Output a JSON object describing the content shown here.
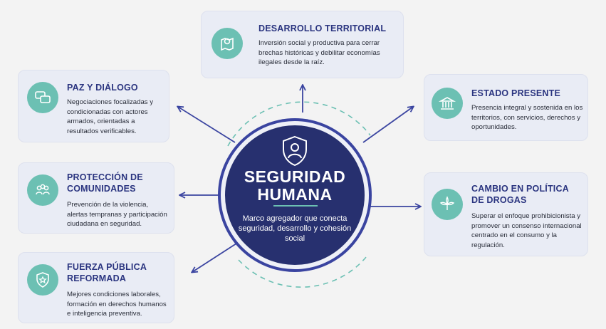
{
  "hub": {
    "title_line1": "SEGURIDAD",
    "title_line2": "HUMANA",
    "description": "Marco agregador que conecta seguridad, desarrollo y cohesión social",
    "icon": "shield-person-icon"
  },
  "pillars": {
    "desarrollo": {
      "title": "DESARROLLO TERRITORIAL",
      "description": "Inversión social y productiva para cerrar brechas históricas y debilitar economías ilegales desde la raíz.",
      "icon": "map-pin-icon"
    },
    "paz": {
      "title": "PAZ Y DIÁLOGO",
      "description": "Negociaciones focalizadas y condicionadas con actores armados, orientadas a resultados verificables.",
      "icon": "chat-bubbles-icon"
    },
    "estado": {
      "title": "ESTADO PRESENTE",
      "description": "Presencia integral y sostenida en los territorios, con servicios, derechos y oportunidades.",
      "icon": "government-building-icon"
    },
    "proteccion": {
      "title_line1": "PROTECCIÓN DE",
      "title_line2": "COMUNIDADES",
      "description": "Prevención de la violencia, alertas tempranas y participación ciudadana en seguridad.",
      "icon": "community-people-icon"
    },
    "cambio": {
      "title_line1": "CAMBIO EN POLÍTICA",
      "title_line2": "DE DROGAS",
      "description": "Superar el enfoque prohibicionista y promover un consenso internacional centrado en el consumo y la regulación.",
      "icon": "cannabis-leaf-icon"
    },
    "fuerza": {
      "title_line1": "FUERZA PÚBLICA",
      "title_line2": "REFORMADA",
      "description": "Mejores condiciones laborales, formación en derechos humanos e inteligencia preventiva.",
      "icon": "star-shield-icon"
    }
  },
  "colors": {
    "navy": "#27306f",
    "accent_blue": "#3a44a0",
    "teal": "#6cc0b3",
    "card_bg": "#e9ecf5",
    "title": "#2b3580"
  }
}
